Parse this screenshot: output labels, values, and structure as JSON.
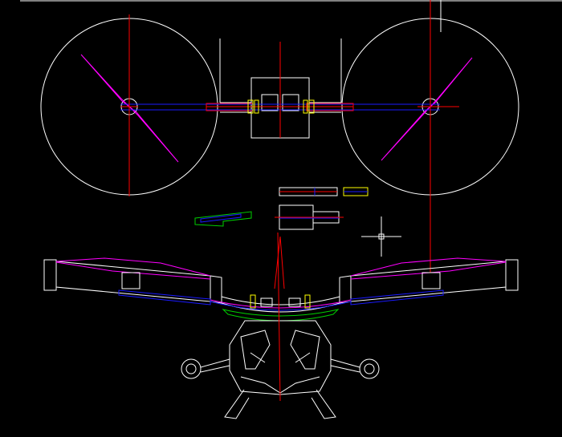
{
  "app": {
    "view": "cad-drawing-viewport"
  },
  "colors": {
    "background": "#000000",
    "outline": "#ffffff",
    "centerline": "#ff0000",
    "blue": "#1a1aff",
    "magenta": "#ff00ff",
    "yellow": "#ffff00",
    "green": "#00d000",
    "cursor": "#ffffff"
  },
  "drawing": {
    "top_view": [
      "rotor-disk-left",
      "rotor-disk-right",
      "central-hub",
      "arm-assembly"
    ],
    "front_view": [
      "wing-left",
      "wing-right",
      "center-linkage",
      "fuselage",
      "landing-legs"
    ],
    "detail_parts": [
      "detail-part-a",
      "detail-part-b",
      "detail-part-c",
      "detail-part-d"
    ]
  }
}
